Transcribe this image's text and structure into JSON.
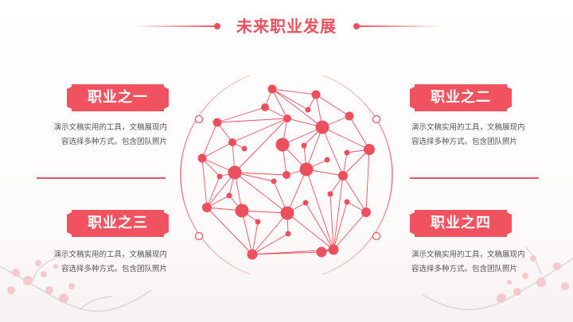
{
  "title": "未来职业发展",
  "colors": {
    "accent": "#ee4f5c",
    "text": "#555555",
    "background": "#ffffff"
  },
  "careers": [
    {
      "label": "职业之一",
      "description_line1": "演示文稿实用的工具，文稿展现内",
      "description_line2": "容选择多种方式。包含团队照片"
    },
    {
      "label": "职业之二",
      "description_line1": "演示文稿实用的工具，文稿展现内",
      "description_line2": "容选择多种方式。包含团队照片"
    },
    {
      "label": "职业之三",
      "description_line1": "演示文稿实用的工具，文稿展现内",
      "description_line2": "容选择多种方式。包含团队照片"
    },
    {
      "label": "职业之四",
      "description_line1": "演示文稿实用的工具，文稿展现内",
      "description_line2": "容选择多种方式。包含团队照片"
    }
  ],
  "graphic": {
    "icon": "network-globe-icon",
    "decoration": "plum-blossom-branches"
  }
}
